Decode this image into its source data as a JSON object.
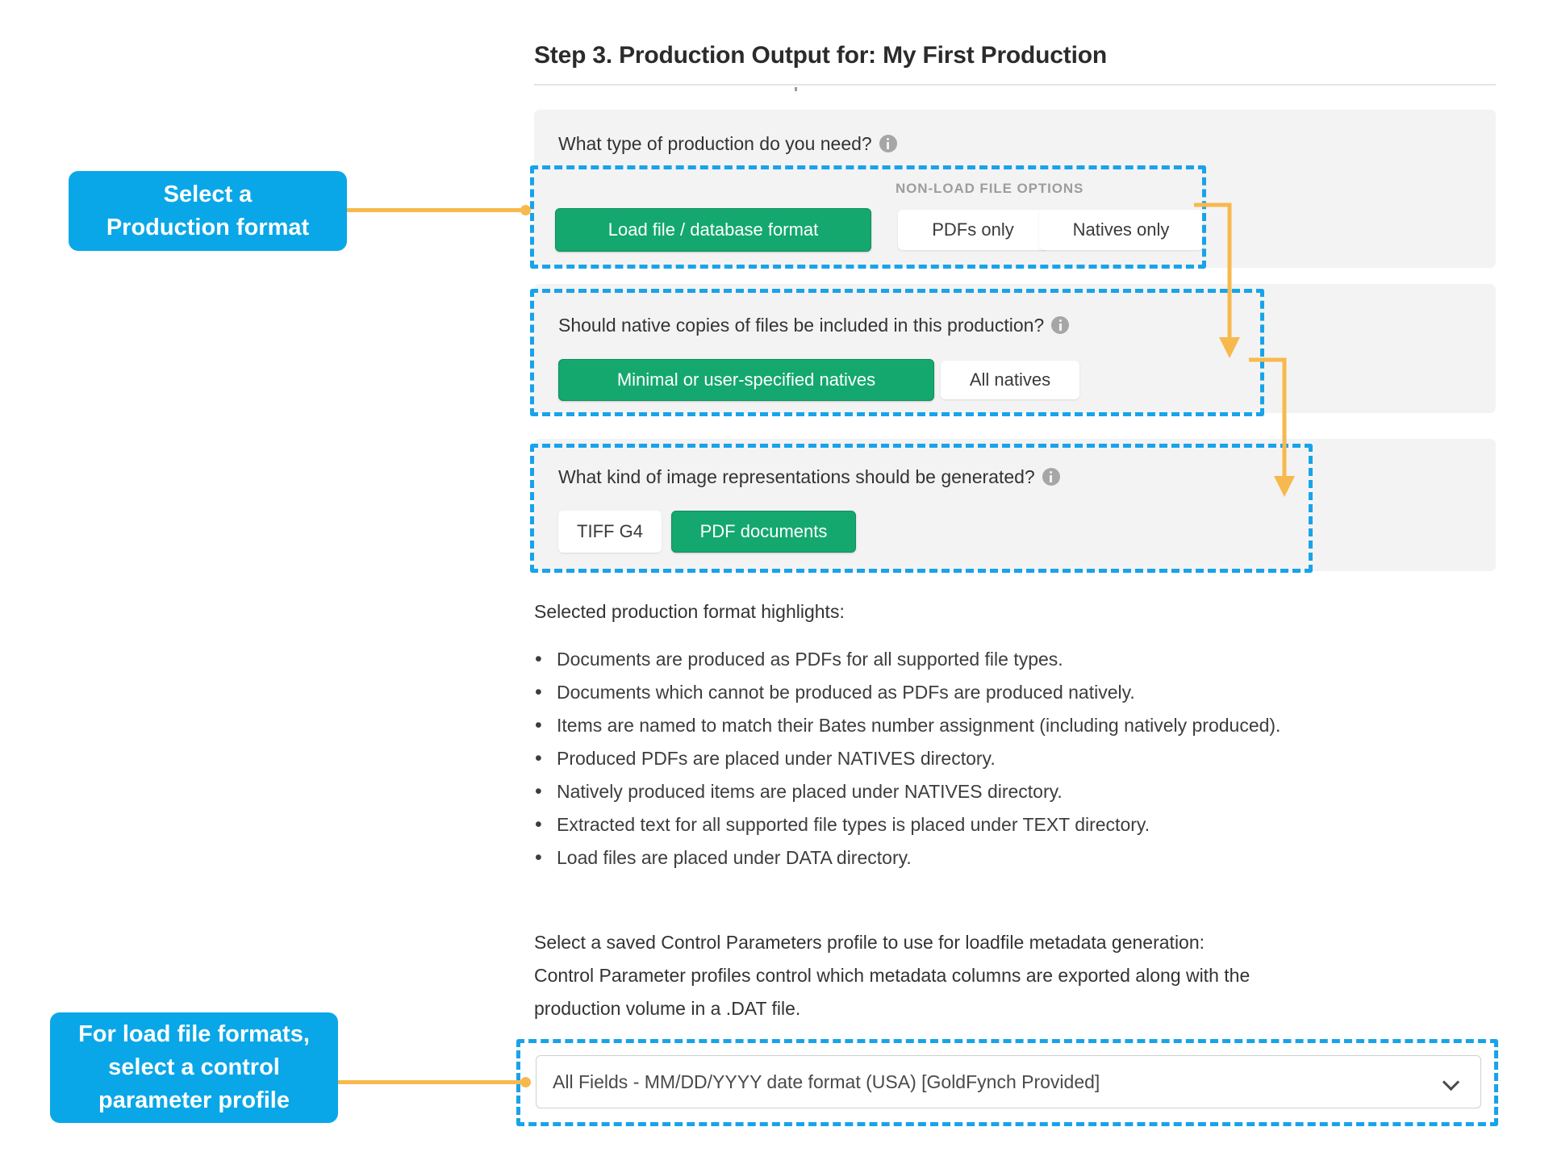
{
  "page": {
    "title": "Step 3. Production Output for: My First Production"
  },
  "questions": [
    {
      "label": "What type of production do you need?",
      "info_icon": "info-icon",
      "group_label": "NON-LOAD FILE OPTIONS",
      "options": [
        {
          "label": "Load file / database format",
          "selected": true
        },
        {
          "label": "PDFs only",
          "selected": false
        },
        {
          "label": "Natives only",
          "selected": false
        }
      ]
    },
    {
      "label": "Should native copies of files be included in this production?",
      "info_icon": "info-icon",
      "options": [
        {
          "label": "Minimal or user-specified natives",
          "selected": true
        },
        {
          "label": "All natives",
          "selected": false
        }
      ]
    },
    {
      "label": "What kind of image representations should be generated?",
      "info_icon": "info-icon",
      "options": [
        {
          "label": "TIFF G4",
          "selected": false
        },
        {
          "label": "PDF documents",
          "selected": true
        }
      ]
    }
  ],
  "highlights": {
    "heading": "Selected production format highlights:",
    "items": [
      "Documents are produced as PDFs for all supported file types.",
      "Documents which cannot be produced as PDFs are produced natively.",
      "Items are named to match their Bates number assignment (including natively produced).",
      "Produced PDFs are placed under NATIVES directory.",
      "Natively produced items are placed under NATIVES directory.",
      "Extracted text for all supported file types is placed under TEXT directory.",
      "Load files are placed under DATA directory."
    ]
  },
  "control_parameters": {
    "line1": "Select a saved Control Parameters profile to use for loadfile metadata generation:",
    "line2": "Control Parameter profiles control which metadata columns are exported along with the",
    "line3": "production volume in a .DAT file.",
    "selected_option": "All Fields - MM/DD/YYYY date format (USA) [GoldFynch Provided]",
    "chevron_icon": "chevron-down-icon"
  },
  "callouts": [
    {
      "line1": "Select a",
      "line2": "Production format"
    },
    {
      "line1": "For load file formats,",
      "line2": "select a control",
      "line3": "parameter profile"
    }
  ],
  "colors": {
    "accent_green": "#14a86e",
    "callout_blue": "#0aa7e8",
    "highlight_dashed": "#18a3ea",
    "connector_orange": "#f7b94e",
    "panel_gray": "#f3f3f3"
  }
}
